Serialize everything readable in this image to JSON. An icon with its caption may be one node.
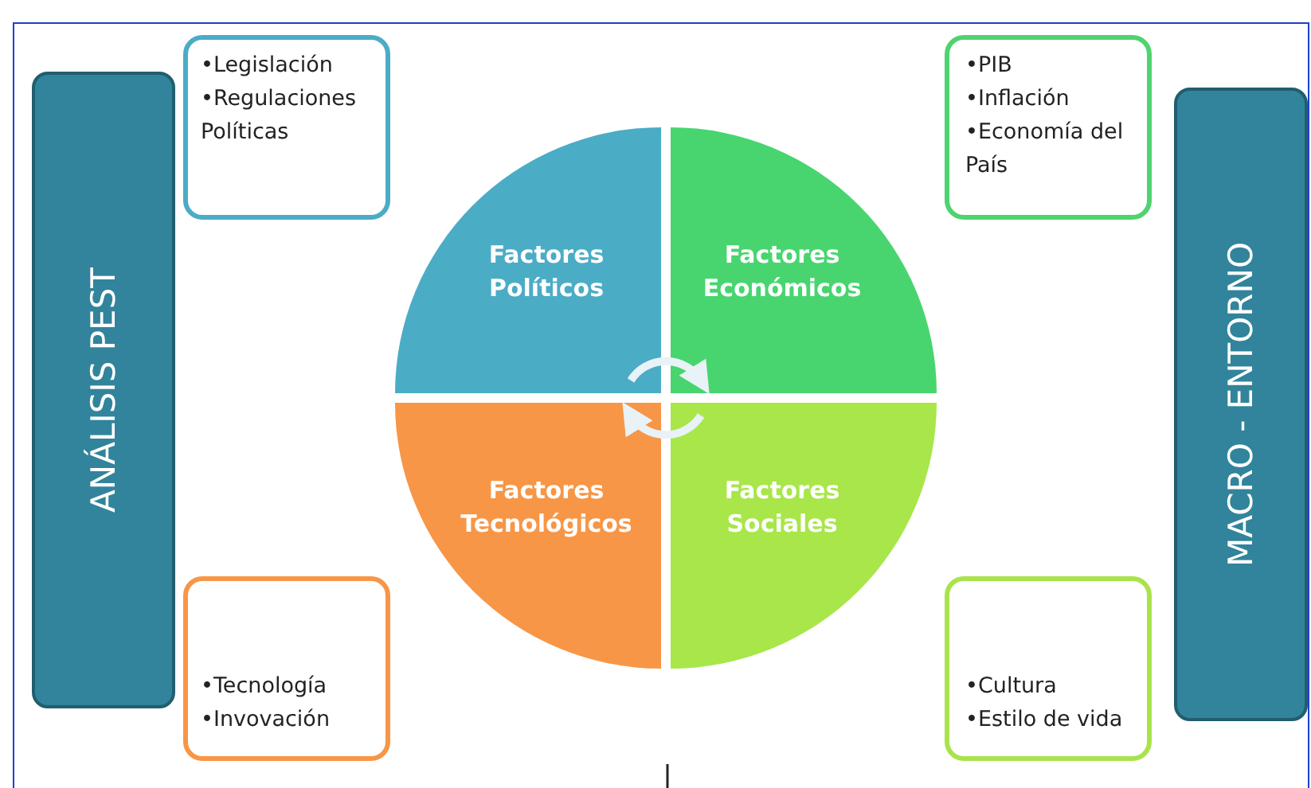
{
  "diagram": {
    "nodes": [
      {
        "text": [
          "ANÁLISIS PEST"
        ]
      },
      {
        "text": [
          "•Legislación",
          "•Regulaciones Políticas"
        ]
      },
      {
        "text": [
          "Factores Políticos"
        ]
      },
      {
        "text": [
          "Factores Económicos"
        ]
      },
      {
        "text": [
          "•PIB",
          "•Inflación",
          "•Economía del País"
        ]
      },
      {
        "text": [
          "MACRO - ENTORNO"
        ]
      },
      {
        "text": [
          "Factores Tecnológicos"
        ]
      },
      {
        "text": [
          "Factores Sociales"
        ]
      },
      {
        "text": [
          "•Tecnología",
          "•Invovación"
        ]
      },
      {
        "text": [
          "•Cultura",
          "•Estilo de vida"
        ]
      }
    ],
    "edges": [
      {
        "from": 2,
        "to": 3,
        "arrow": "to"
      },
      {
        "from": 7,
        "to": 6,
        "arrow": "to"
      }
    ]
  }
}
